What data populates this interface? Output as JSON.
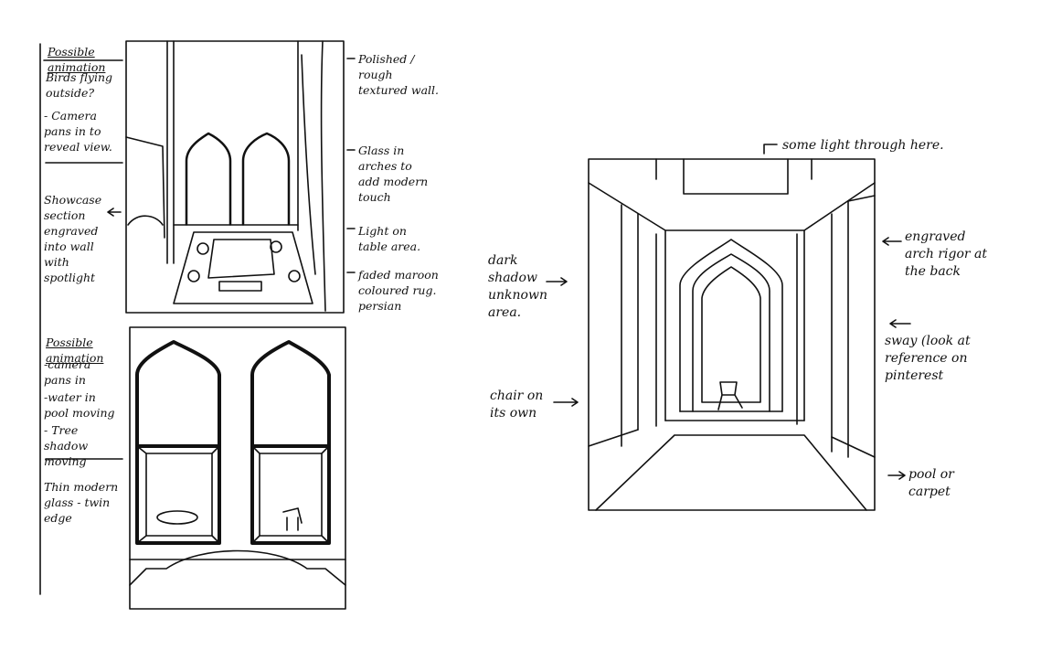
{
  "colors": {
    "ink": "#111111",
    "paper": "#ffffff"
  },
  "sketch_top": {
    "heading": "Possible animation",
    "notes_left": [
      "Birds flying outside?",
      "- Camera pans in to reveal view.",
      "Showcase section engraved into wall with spotlight"
    ],
    "notes_right": [
      "Polished / rough textured wall.",
      "Glass in arches to add modern touch",
      "Light on table area.",
      "faded maroon coloured rug. persian"
    ]
  },
  "sketch_bottom": {
    "heading": "Possible animation",
    "notes_left": [
      "-camera pans in",
      "-water in pool moving",
      "- Tree shadow moving",
      "Thin modern glass - twin edge"
    ]
  },
  "sketch_right": {
    "notes_top": "some light through here.",
    "notes_left": [
      "dark shadow unknown area.",
      "chair on its own"
    ],
    "notes_right": [
      "engraved arch rigor at the back",
      "sway (look at reference on pinterest",
      "pool or carpet"
    ]
  }
}
